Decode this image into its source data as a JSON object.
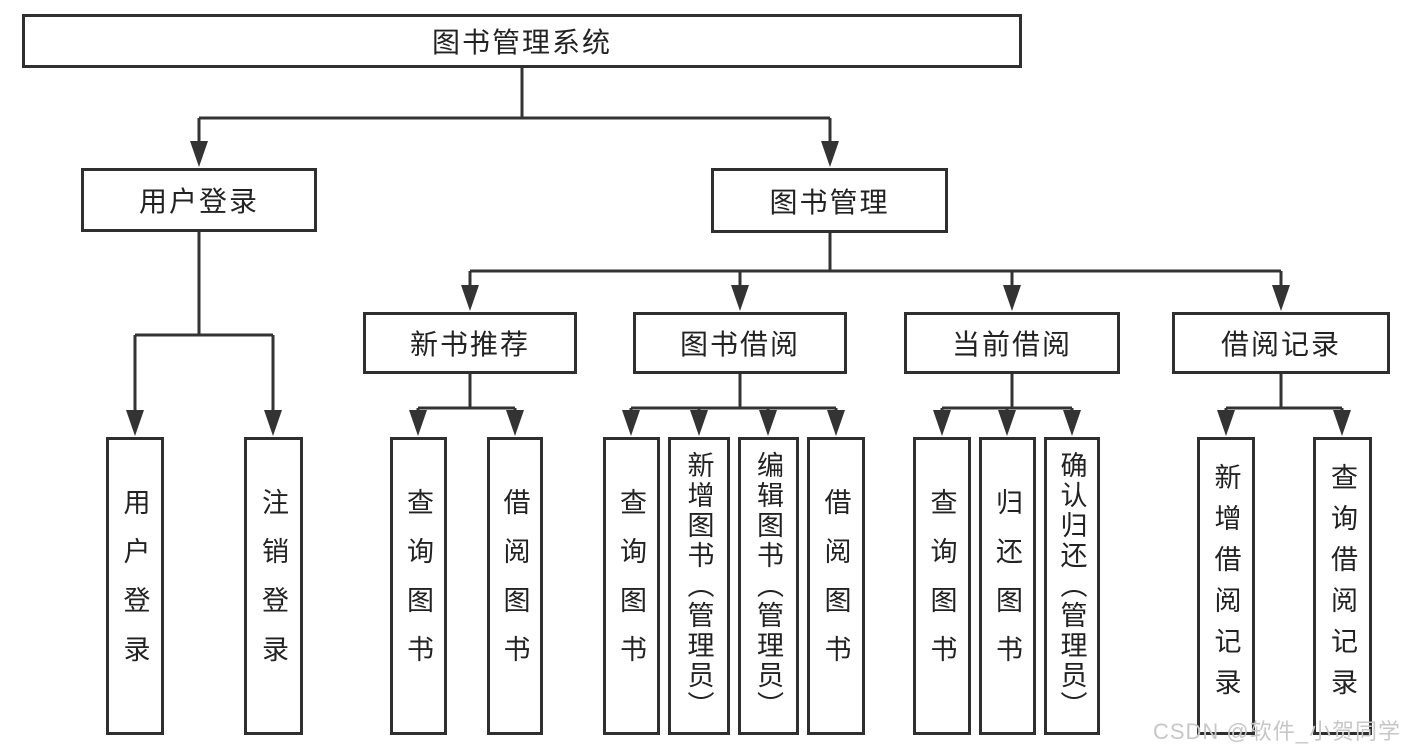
{
  "diagram": {
    "root": {
      "label": "图书管理系统"
    },
    "level2": [
      {
        "label": "用户登录"
      },
      {
        "label": "图书管理"
      }
    ],
    "level3": [
      {
        "label": "新书推荐"
      },
      {
        "label": "图书借阅"
      },
      {
        "label": "当前借阅"
      },
      {
        "label": "借阅记录"
      }
    ],
    "leaves": [
      {
        "label": "用户登录"
      },
      {
        "label": "注销登录"
      },
      {
        "label": "查询图书"
      },
      {
        "label": "借阅图书"
      },
      {
        "label": "查询图书"
      },
      {
        "label": "新增图书（管理员）"
      },
      {
        "label": "编辑图书（管理员）"
      },
      {
        "label": "借阅图书"
      },
      {
        "label": "查询图书"
      },
      {
        "label": "归还图书"
      },
      {
        "label": "确认归还（管理员）"
      },
      {
        "label": "新增借阅记录"
      },
      {
        "label": "查询借阅记录"
      }
    ],
    "colors": {
      "line": "#333333",
      "border": "#2f2f2f",
      "text": "#222222",
      "watermark": "#c7c7c7"
    },
    "watermark": "CSDN @软件_小贺同学"
  }
}
